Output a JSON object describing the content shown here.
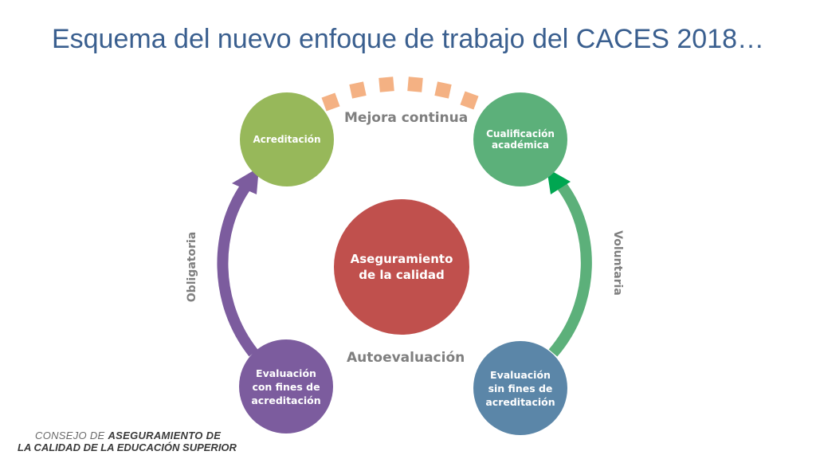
{
  "title": "Esquema del nuevo enfoque de trabajo del CACES 2018…",
  "nodes": {
    "acreditacion": [
      "Acreditación"
    ],
    "cualificacion": [
      "Cualificación",
      "académica"
    ],
    "aseguramiento": [
      "Aseguramiento",
      "de la calidad"
    ],
    "evaluacion_con": [
      "Evaluación",
      "con fines de",
      "acreditación"
    ],
    "evaluacion_sin": [
      "Evaluación",
      "sin fines de",
      "acreditación"
    ]
  },
  "labels": {
    "mejora": "Mejora continua",
    "autoevaluacion": "Autoevaluación",
    "obligatoria": "Obligatoria",
    "voluntaria": "Voluntaria"
  },
  "logo": {
    "line1_thin": "CONSEJO DE ",
    "line1_bold": "ASEGURAMIENTO DE",
    "line2": "LA CALIDAD DE LA EDUCACIÓN SUPERIOR"
  },
  "colors": {
    "acreditacion": "#97b85a",
    "cualificacion": "#5cb07a",
    "aseguramiento": "#c0504d",
    "evaluacion_con": "#7c5c9e",
    "evaluacion_sin": "#5b86a8",
    "arrow_left": "#7c5c9e",
    "arrow_right": "#5cb07a",
    "dashes": "#f4b183",
    "title": "#3a5f8f"
  }
}
